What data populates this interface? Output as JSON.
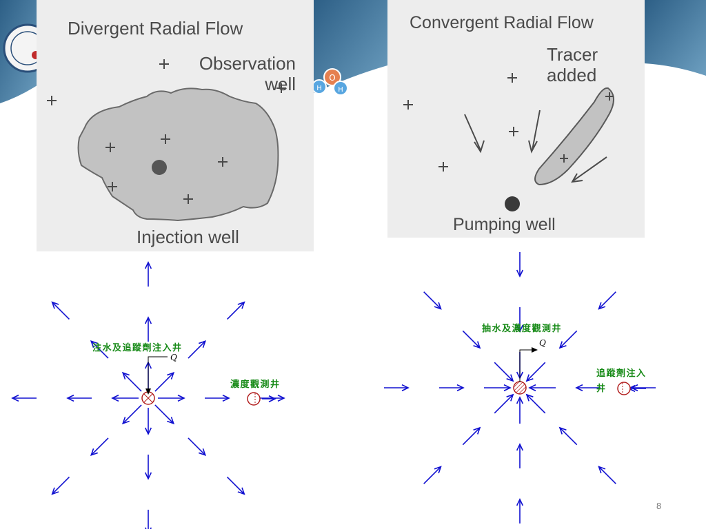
{
  "divergent": {
    "title": "Divergent Radial Flow",
    "observation_well": "Observation\nwell",
    "injection_well": "Injection well"
  },
  "convergent": {
    "title": "Convergent Radial Flow",
    "tracer_added": "Tracer\nadded",
    "pumping_well": "Pumping well"
  },
  "left_diagram": {
    "injection_label": "注水及追蹤劑注入井",
    "observation_label": "濃度觀測井",
    "flow_symbol": "Q"
  },
  "right_diagram": {
    "pumping_label": "抽水及濃度觀測井",
    "tracer_label_line1": "追蹤劑注入",
    "tracer_label_line2": "井",
    "flow_symbol": "Q"
  },
  "colors": {
    "arrow": "#1010d0",
    "label": "#178a17",
    "well_ring": "#b21f1f",
    "header_blue": "#3a6f98",
    "panel_bg": "#ededed"
  },
  "page_number": "8"
}
